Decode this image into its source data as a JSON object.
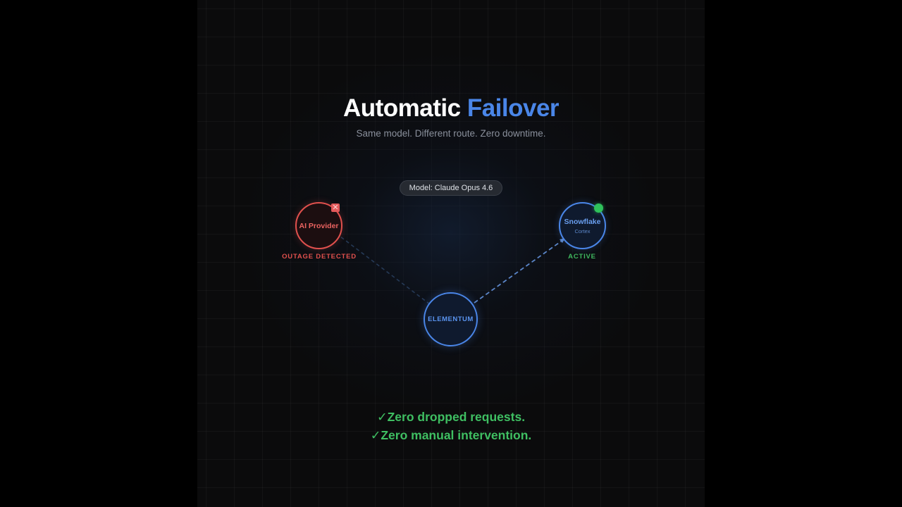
{
  "header": {
    "title_main": "Automatic",
    "title_accent": "Failover",
    "subtitle": "Same model. Different route. Zero downtime."
  },
  "model_pill": {
    "label": "Model: Claude Opus 4.6"
  },
  "nodes": {
    "provider": {
      "label": "AI Provider",
      "status": "OUTAGE DETECTED",
      "badge_icon": "x-icon",
      "badge_glyph": "✕",
      "color": "#e0504d"
    },
    "snowflake": {
      "label": "Snowflake",
      "sublabel": "Cortex",
      "status": "ACTIVE",
      "indicator_icon": "green-dot",
      "color": "#4a86e8",
      "status_color": "#3fb860"
    },
    "elementum": {
      "label": "ELEMENTUM",
      "color": "#4a86e8"
    }
  },
  "links": [
    {
      "from": "elementum",
      "to": "provider",
      "style": "dashed",
      "state": "inactive"
    },
    {
      "from": "elementum",
      "to": "snowflake",
      "style": "dashed",
      "state": "active"
    }
  ],
  "bullets": [
    {
      "check": "✓",
      "text": "Zero dropped requests."
    },
    {
      "check": "✓",
      "text": "Zero manual intervention."
    }
  ],
  "colors": {
    "background": "#0b0b0c",
    "accent_blue": "#4a86e8",
    "outage_red": "#e0504d",
    "success_green": "#3fbf62"
  }
}
